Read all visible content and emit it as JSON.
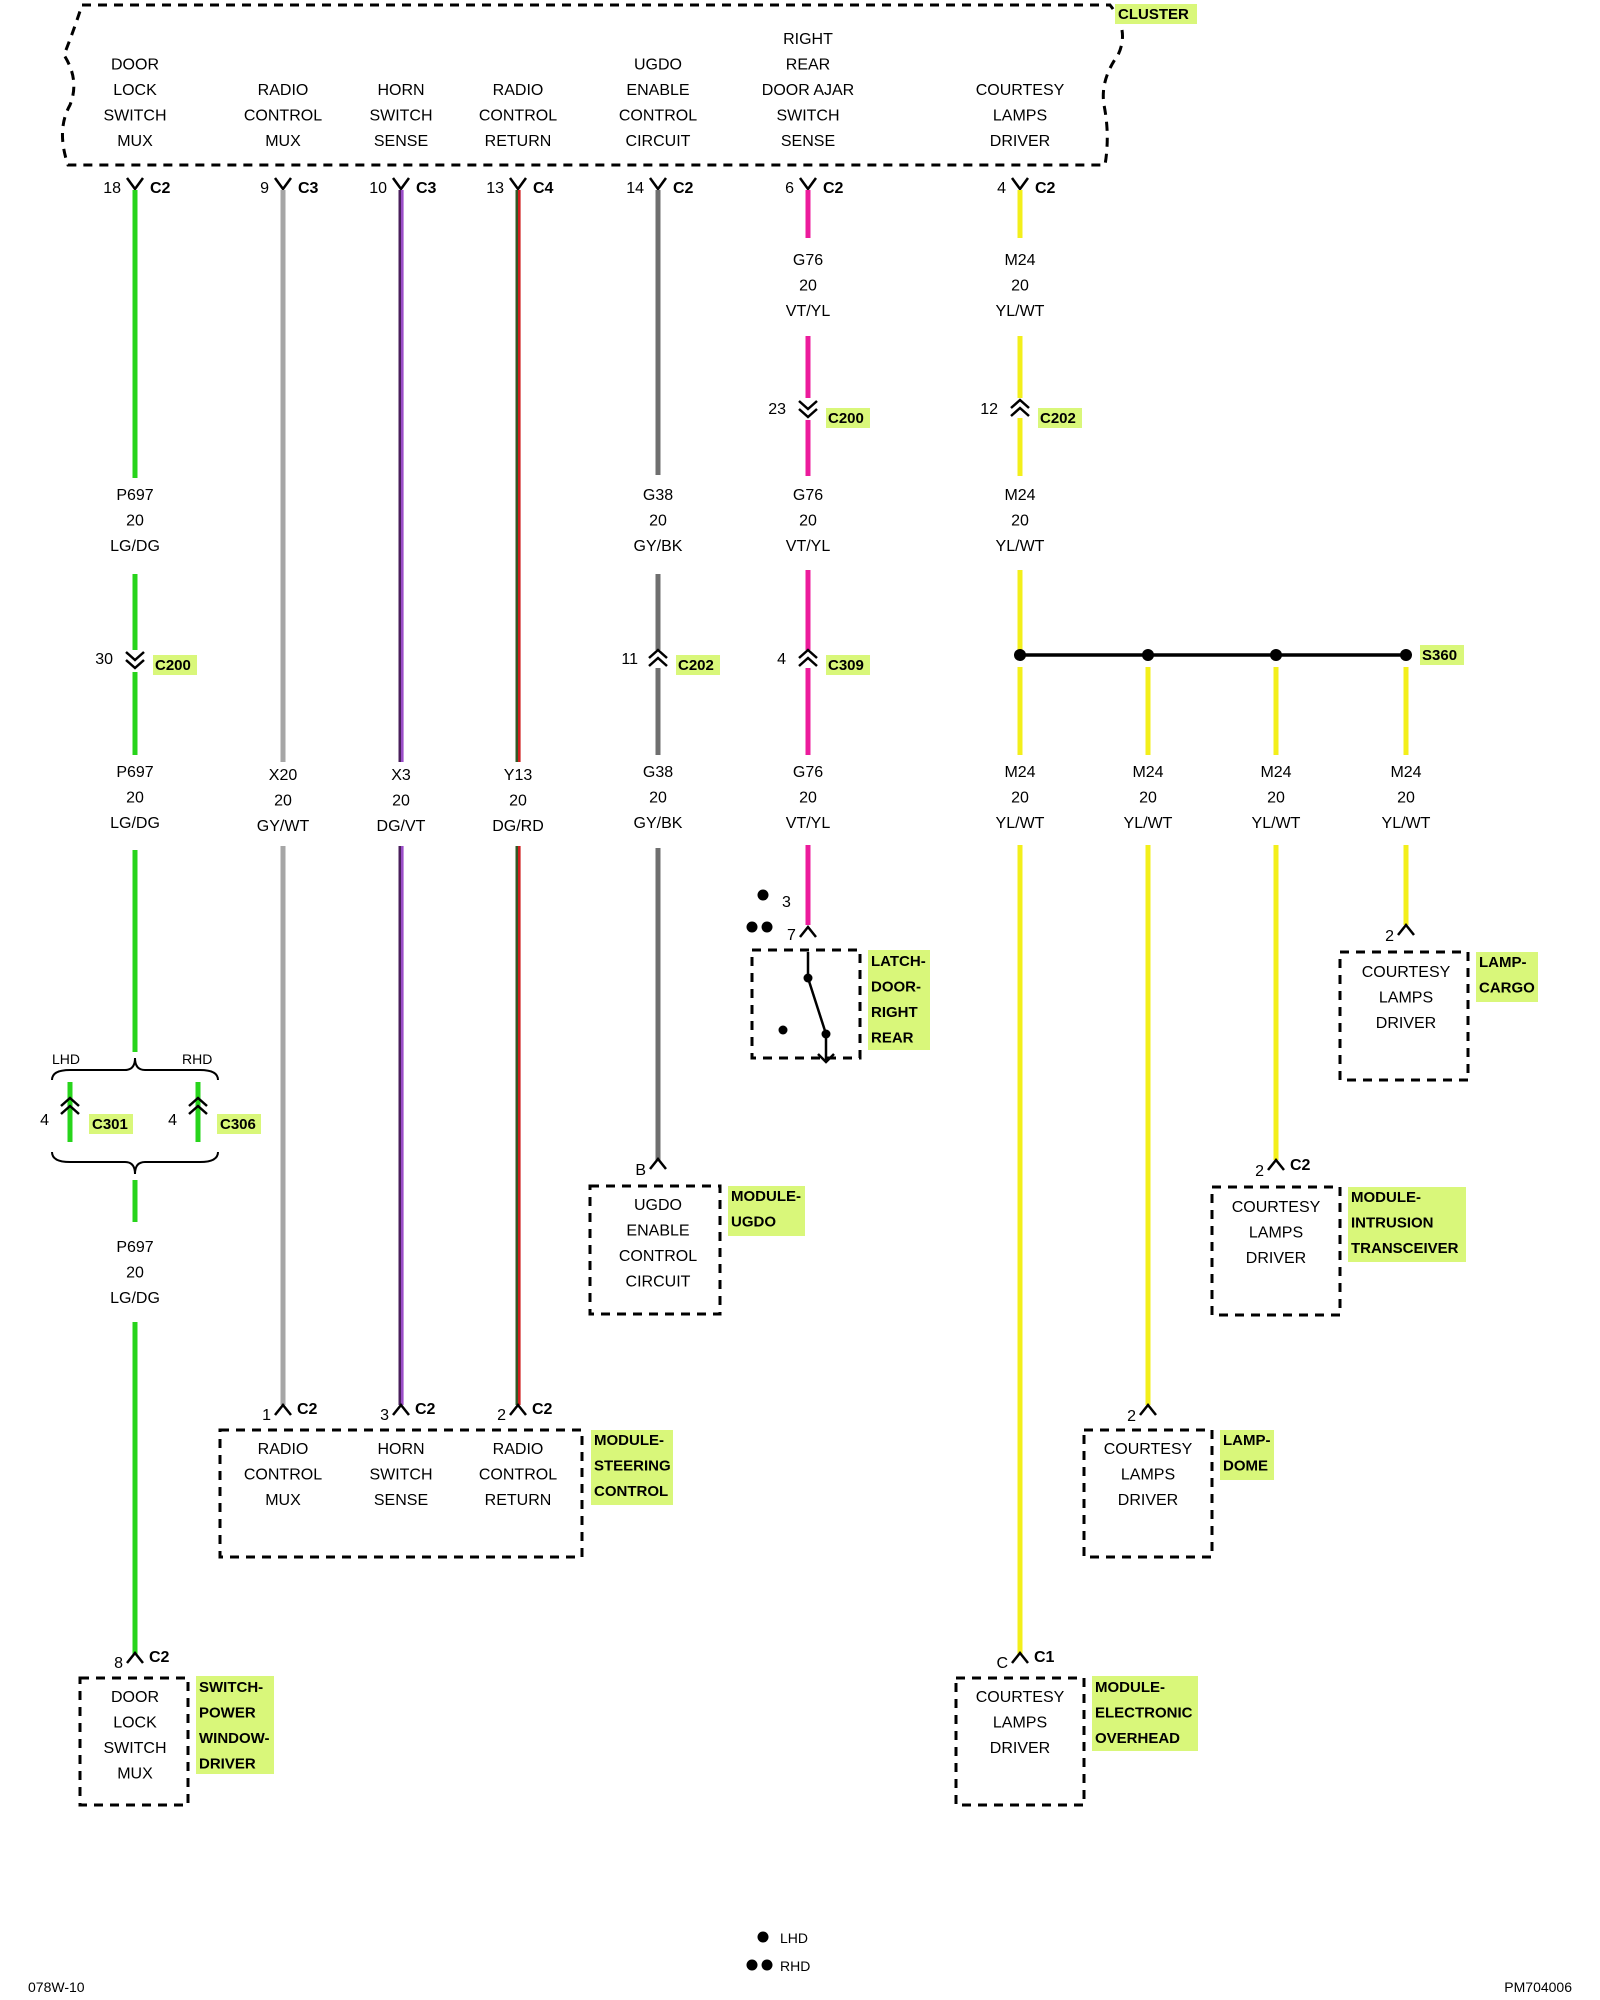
{
  "colors": {
    "LG_DG": "#27d41b",
    "GY_WT": "#a6a6a6",
    "DG_VT": "#4a1f5c",
    "DG_RD": "#2f5a25",
    "GY_BK": "#6f6f6f",
    "VT_YL": "#ec1c9c",
    "YL_WT": "#f3ef1b",
    "highlight": "#d9f77a"
  },
  "cluster": {
    "name": "CLUSTER",
    "pins": [
      {
        "label": [
          "DOOR",
          "LOCK",
          "SWITCH",
          "MUX"
        ],
        "pin": "18",
        "conn": "C2"
      },
      {
        "label": [
          "RADIO",
          "CONTROL",
          "MUX"
        ],
        "pin": "9",
        "conn": "C3"
      },
      {
        "label": [
          "HORN",
          "SWITCH",
          "SENSE"
        ],
        "pin": "10",
        "conn": "C3"
      },
      {
        "label": [
          "RADIO",
          "CONTROL",
          "RETURN"
        ],
        "pin": "13",
        "conn": "C4"
      },
      {
        "label": [
          "UGDO",
          "ENABLE",
          "CONTROL",
          "CIRCUIT"
        ],
        "pin": "14",
        "conn": "C2"
      },
      {
        "label": [
          "RIGHT",
          "REAR",
          "DOOR AJAR",
          "SWITCH",
          "SENSE"
        ],
        "pin": "6",
        "conn": "C2"
      },
      {
        "label": [
          "COURTESY",
          "LAMPS",
          "DRIVER"
        ],
        "pin": "4",
        "conn": "C2"
      }
    ]
  },
  "wire_labels": {
    "w1a": [
      "P697",
      "20",
      "LG/DG"
    ],
    "w1b": [
      "P697",
      "20",
      "LG/DG"
    ],
    "w1c": [
      "P697",
      "20",
      "LG/DG"
    ],
    "w2": [
      "X20",
      "20",
      "GY/WT"
    ],
    "w3": [
      "X3",
      "20",
      "DG/VT"
    ],
    "w4": [
      "Y13",
      "20",
      "DG/RD"
    ],
    "w5a": [
      "G38",
      "20",
      "GY/BK"
    ],
    "w5b": [
      "G38",
      "20",
      "GY/BK"
    ],
    "w6a": [
      "G76",
      "20",
      "VT/YL"
    ],
    "w6b": [
      "G76",
      "20",
      "VT/YL"
    ],
    "w6c": [
      "G76",
      "20",
      "VT/YL"
    ],
    "w7a": [
      "M24",
      "20",
      "YL/WT"
    ],
    "w7b": [
      "M24",
      "20",
      "YL/WT"
    ],
    "w7c": [
      "M24",
      "20",
      "YL/WT"
    ],
    "w8": [
      "M24",
      "20",
      "YL/WT"
    ],
    "w9": [
      "M24",
      "20",
      "YL/WT"
    ],
    "w10": [
      "M24",
      "20",
      "YL/WT"
    ]
  },
  "inline_connectors": {
    "c200_a": {
      "pin": "30",
      "name": "C200"
    },
    "c202_b": {
      "pin": "11",
      "name": "C202"
    },
    "c200_b": {
      "pin": "23",
      "name": "C200"
    },
    "c309": {
      "pin": "4",
      "name": "C309"
    },
    "c202_a": {
      "pin": "12",
      "name": "C202"
    },
    "c301": {
      "pin": "4",
      "name": "C301"
    },
    "c306": {
      "pin": "4",
      "name": "C306"
    }
  },
  "splice": "S360",
  "lhd_label": "LHD",
  "rhd_label": "RHD",
  "latch": {
    "pin3": "3",
    "pin7": "7",
    "name": [
      "LATCH-",
      "DOOR-",
      "RIGHT",
      "REAR"
    ]
  },
  "modules": {
    "ugdo": {
      "pin": "B",
      "text": [
        "UGDO",
        "ENABLE",
        "CONTROL",
        "CIRCUIT"
      ],
      "name": [
        "MODULE-",
        "UGDO"
      ]
    },
    "cargo": {
      "pin": "2",
      "text": [
        "COURTESY",
        "LAMPS",
        "DRIVER"
      ],
      "name": [
        "LAMP-",
        "CARGO"
      ]
    },
    "intrusion": {
      "pin": "2",
      "conn": "C2",
      "text": [
        "COURTESY",
        "LAMPS",
        "DRIVER"
      ],
      "name": [
        "MODULE-",
        "INTRUSION",
        "TRANSCEIVER"
      ]
    },
    "steering": {
      "pins": [
        {
          "pin": "1",
          "conn": "C2",
          "text": [
            "RADIO",
            "CONTROL",
            "MUX"
          ]
        },
        {
          "pin": "3",
          "conn": "C2",
          "text": [
            "HORN",
            "SWITCH",
            "SENSE"
          ]
        },
        {
          "pin": "2",
          "conn": "C2",
          "text": [
            "RADIO",
            "CONTROL",
            "RETURN"
          ]
        }
      ],
      "name": [
        "MODULE-",
        "STEERING",
        "CONTROL"
      ]
    },
    "dome": {
      "pin": "2",
      "text": [
        "COURTESY",
        "LAMPS",
        "DRIVER"
      ],
      "name": [
        "LAMP-",
        "DOME"
      ]
    },
    "window": {
      "pin": "8",
      "conn": "C2",
      "text": [
        "DOOR",
        "LOCK",
        "SWITCH",
        "MUX"
      ],
      "name": [
        "SWITCH-",
        "POWER",
        "WINDOW-",
        "DRIVER"
      ]
    },
    "overhead": {
      "pin": "C",
      "conn": "C1",
      "text": [
        "COURTESY",
        "LAMPS",
        "DRIVER"
      ],
      "name": [
        "MODULE-",
        "ELECTRONIC",
        "OVERHEAD"
      ]
    }
  },
  "legend": {
    "lhd": "LHD",
    "rhd": "RHD"
  },
  "footer": {
    "left": "078W-10",
    "right": "PM704006"
  }
}
